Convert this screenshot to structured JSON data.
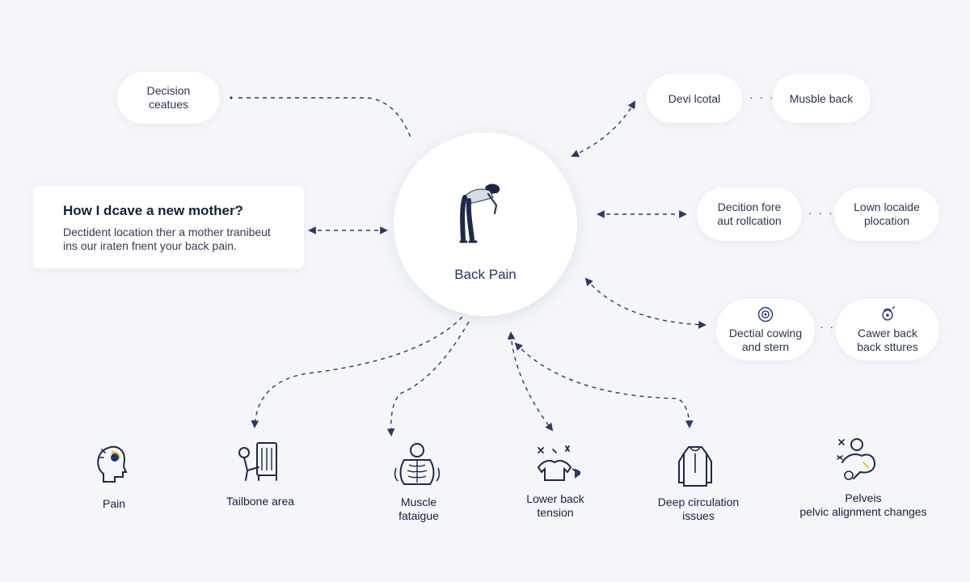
{
  "center": {
    "label": "Back Pain"
  },
  "card": {
    "title": "How I dcave a new mother?",
    "lines": [
      "Dectident location ther a mother tranibeut",
      "ins our iraten fnent your back pain."
    ]
  },
  "top_left_node": {
    "lines": [
      "Decision",
      "ceatues"
    ]
  },
  "right_nodes": [
    {
      "left": {
        "lines": [
          "Devi lcotal"
        ]
      },
      "right": {
        "lines": [
          "Musble back"
        ]
      }
    },
    {
      "left": {
        "lines": [
          "Decition fore",
          "aut rollcation"
        ]
      },
      "right": {
        "lines": [
          "Lown locaide",
          "plocation"
        ]
      }
    },
    {
      "left": {
        "lines": [
          "Dectial cowing",
          "and stern"
        ],
        "icon": "target-icon"
      },
      "right": {
        "lines": [
          "Cawer back",
          "back sttures"
        ],
        "icon": "stethoscope-icon"
      }
    }
  ],
  "bottom_items": [
    {
      "lines": [
        "Pain"
      ],
      "icon": "head-pain-icon"
    },
    {
      "lines": [
        "Tailbone area"
      ],
      "icon": "tailbone-icon"
    },
    {
      "lines": [
        "Muscle",
        "fataigue"
      ],
      "icon": "ribcage-icon"
    },
    {
      "lines": [
        "Lower back",
        "tension"
      ],
      "icon": "tension-icon"
    },
    {
      "lines": [
        "Deep circulation",
        "issues"
      ],
      "icon": "shirt-icon"
    },
    {
      "lines": [
        "Pelveis",
        "pelvic alignment changes"
      ],
      "icon": "pelvis-icon"
    }
  ],
  "colors": {
    "accent": "#1f3570",
    "arrow": "#2b3a66",
    "background": "#f4f6fa",
    "highlight": "#f2c230"
  }
}
